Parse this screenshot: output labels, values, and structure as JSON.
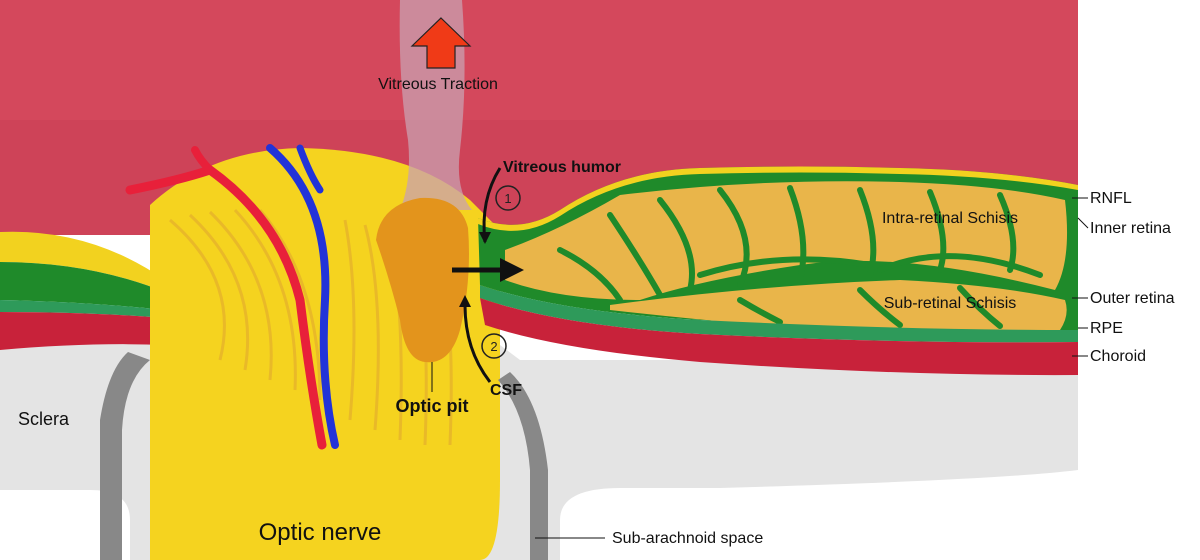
{
  "labels": {
    "vitreous_traction": "Vitreous Traction",
    "vitreous_humor": "Vitreous humor",
    "optic_pit": "Optic pit",
    "csf": "CSF",
    "sclera": "Sclera",
    "optic_nerve": "Optic nerve",
    "sub_arachnoid_space": "Sub-arachnoid space",
    "intra_retinal_schisis": "Intra-retinal Schisis",
    "sub_retinal_schisis": "Sub-retinal Schisis",
    "rnfl": "RNFL",
    "inner_retina": "Inner retina",
    "outer_retina": "Outer retina",
    "rpe": "RPE",
    "choroid": "Choroid"
  },
  "pathways": [
    {
      "number": "1"
    },
    {
      "number": "2"
    }
  ],
  "colors": {
    "vitreous": "#d4485c",
    "optic_nerve": "#f5d31f",
    "optic_pit": "#e3941c",
    "retina_green": "#1f8a2a",
    "schisis_fluid": "#e9b54a",
    "rpe": "#2e9a5a",
    "choroid": "#c8223a",
    "sclera": "#e4e4e4",
    "traction_arrow": "#f03a17",
    "artery": "#e8203a",
    "vein": "#2233d8"
  }
}
